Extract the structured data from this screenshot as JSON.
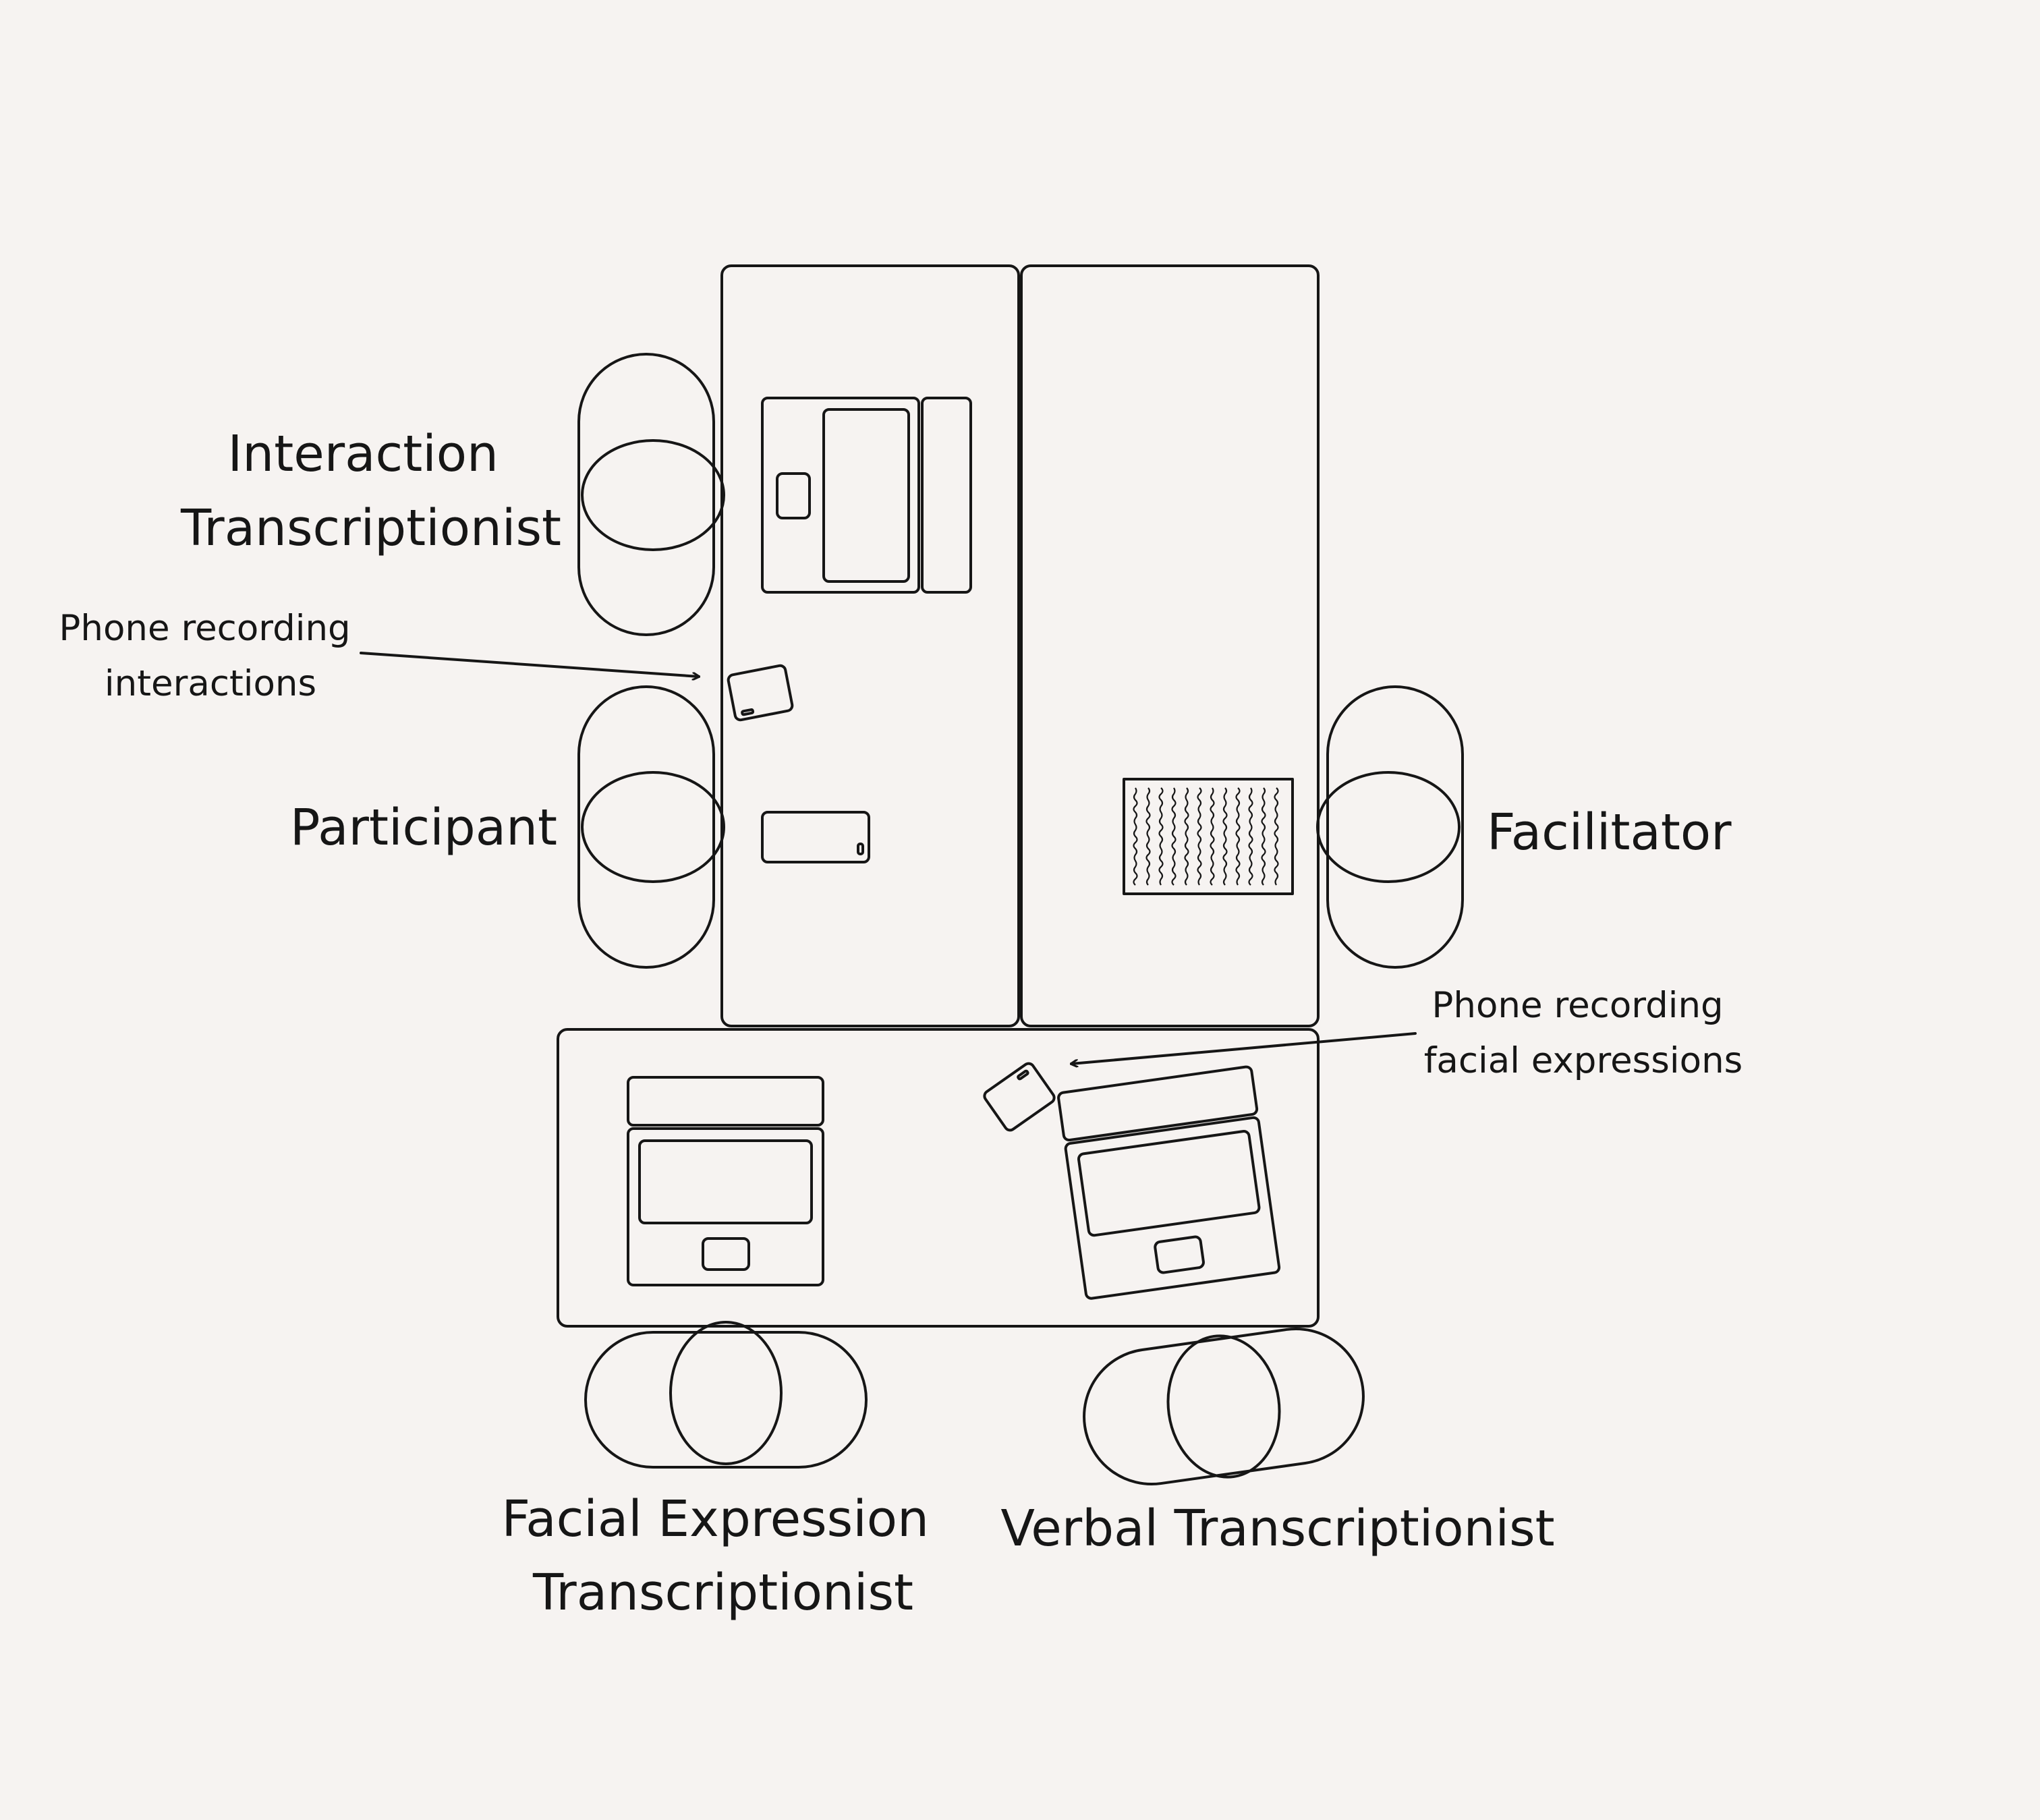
{
  "diagram": {
    "roles": {
      "interaction_transcriptionist": [
        "Interaction",
        "Transcriptionist"
      ],
      "participant": "Participant",
      "facilitator": "Facilitator",
      "facial_expression_transcriptionist": [
        "Facial Expression",
        "Transcriptionist"
      ],
      "verbal_transcriptionist": "Verbal Transcriptionist"
    },
    "annotations": {
      "phone_interactions": [
        "Phone recording",
        "interactions"
      ],
      "phone_facial": [
        "Phone recording",
        "facial expressions"
      ]
    },
    "colors": {
      "background": "#f6f3f1",
      "stroke": "#161616"
    }
  }
}
